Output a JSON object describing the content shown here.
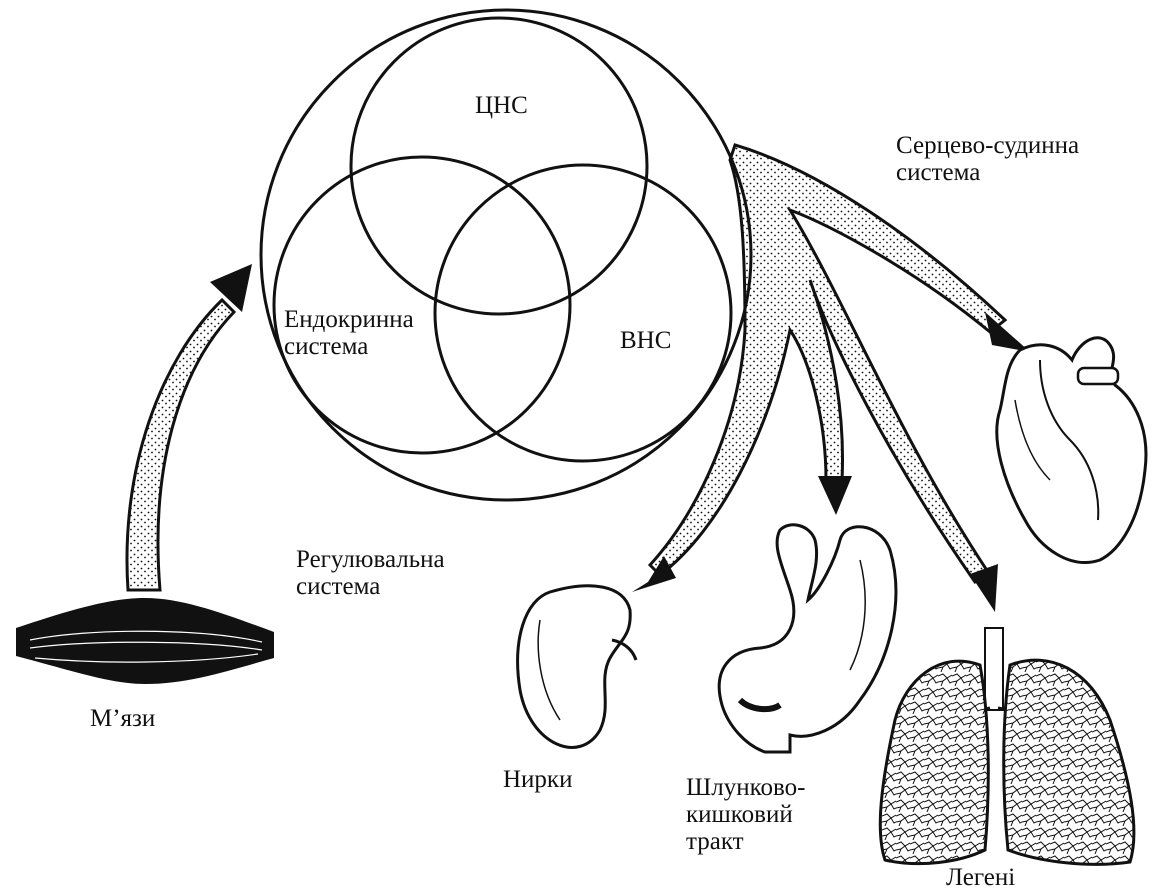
{
  "diagram": {
    "circles": {
      "cns": "ЦНС",
      "endocrine": [
        "Ендокринна",
        "система"
      ],
      "ans": "ВНС"
    },
    "regulatory_system": [
      "Регулювальна",
      "система"
    ],
    "organs": {
      "muscles": "М’язи",
      "cardiovascular": [
        "Серцево-судинна",
        "система"
      ],
      "kidneys": "Нирки",
      "gi_tract": [
        "Шлунково-",
        "кишковий",
        "тракт"
      ],
      "lungs": "Легені"
    }
  },
  "colors": {
    "ink": "#111111",
    "background": "#ffffff"
  }
}
